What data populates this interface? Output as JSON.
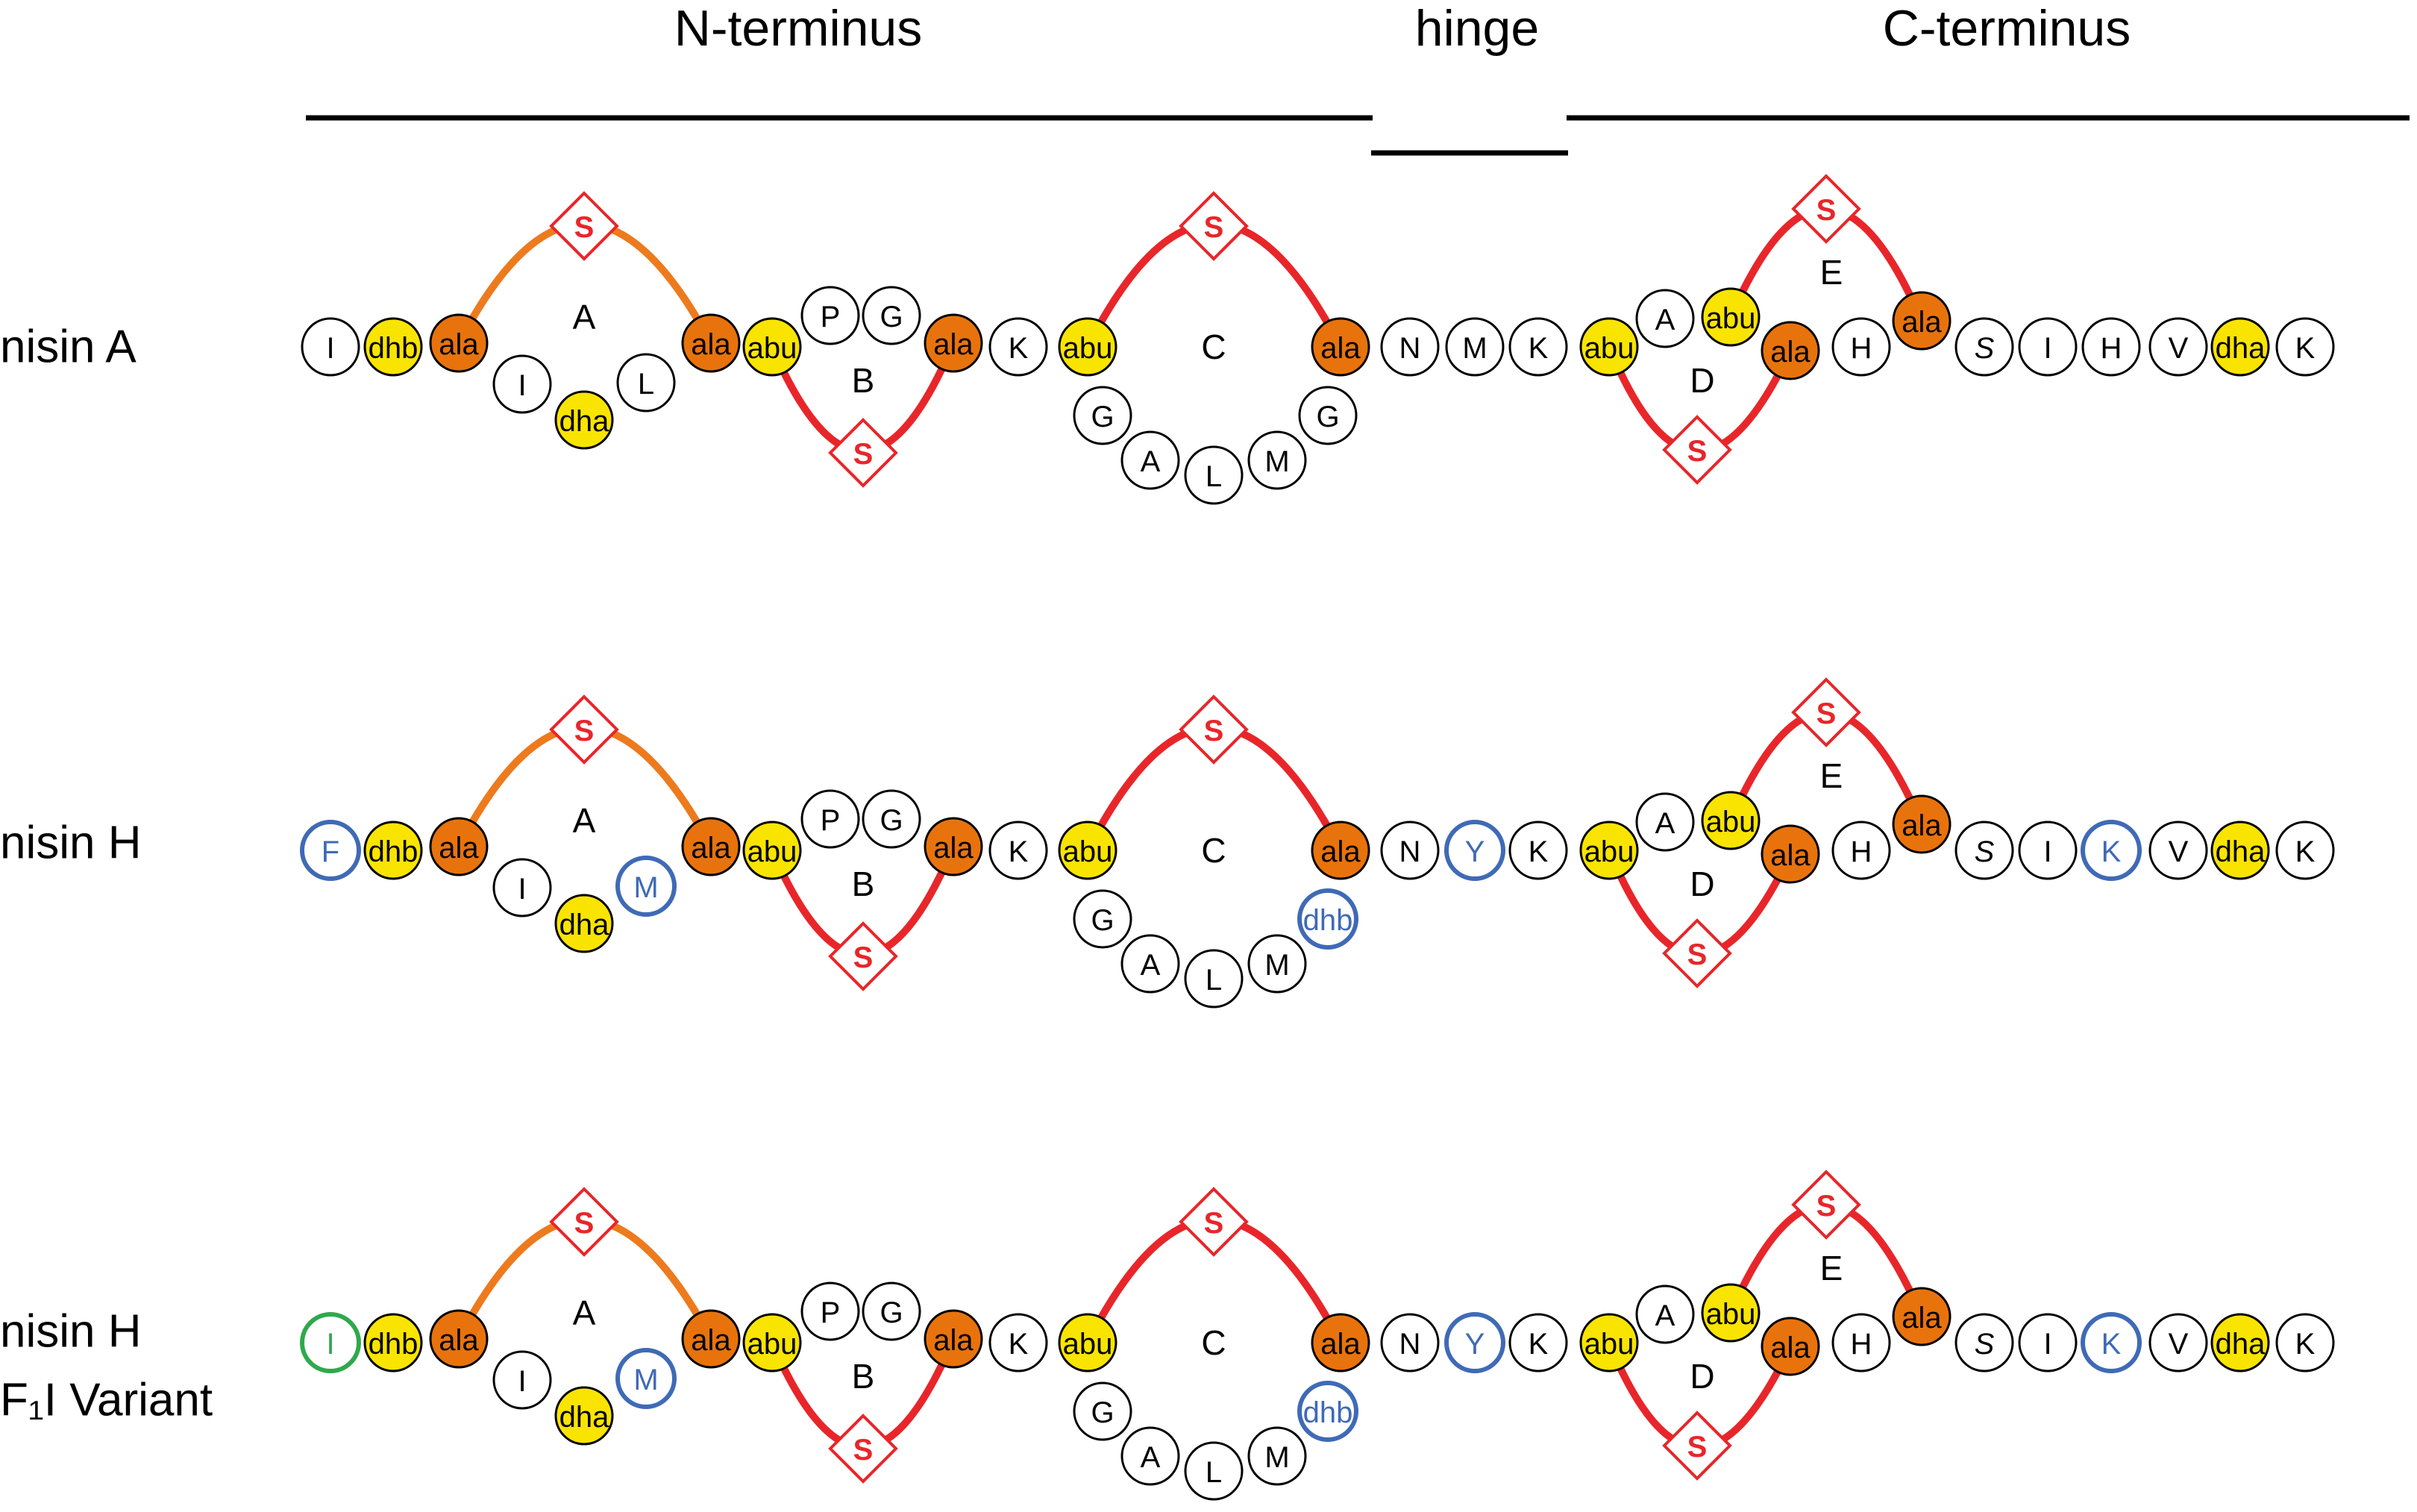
{
  "regions": {
    "n_terminus": "N-terminus",
    "hinge": "hinge",
    "c_terminus": "C-terminus"
  },
  "ring_labels": [
    "A",
    "B",
    "C",
    "D",
    "E"
  ],
  "bridge_label": "S",
  "colors": {
    "modified_yellow": "#f9e400",
    "modified_orange": "#e8730c",
    "thioether_red": "#e8262a",
    "ring_a_orange": "#ee7a1e",
    "substitution_blue": "#3f6ab6",
    "substitution_green": "#2ea94b",
    "outline": "#000000"
  },
  "rows": [
    {
      "label_lines": [
        "nisin A"
      ],
      "residues": {
        "r1": "I",
        "r2": "dhb",
        "r3": "ala",
        "r4": "I",
        "r5": "dha",
        "r6": "L",
        "r7": "ala",
        "r8": "abu",
        "r9": "P",
        "r10": "G",
        "r11": "ala",
        "r12": "K",
        "r13": "abu",
        "r14": "G",
        "r15": "A",
        "r16": "L",
        "r17": "M",
        "r18": "G",
        "r19": "ala",
        "r20": "N",
        "r21": "M",
        "r22": "K",
        "r23": "abu",
        "r24": "A",
        "r25": "ala",
        "r26": "abu",
        "r27": "H",
        "r28": "ala",
        "r29": "S",
        "r30": "I",
        "r31": "H",
        "r32": "V",
        "r33": "dha",
        "r34": "K"
      },
      "substitutions": {}
    },
    {
      "label_lines": [
        "nisin H"
      ],
      "residues": {
        "r1": "F",
        "r2": "dhb",
        "r3": "ala",
        "r4": "I",
        "r5": "dha",
        "r6": "M",
        "r7": "ala",
        "r8": "abu",
        "r9": "P",
        "r10": "G",
        "r11": "ala",
        "r12": "K",
        "r13": "abu",
        "r14": "G",
        "r15": "A",
        "r16": "L",
        "r17": "M",
        "r18": "dhb",
        "r19": "ala",
        "r20": "N",
        "r21": "Y",
        "r22": "K",
        "r23": "abu",
        "r24": "A",
        "r25": "ala",
        "r26": "abu",
        "r27": "H",
        "r28": "ala",
        "r29": "S",
        "r30": "I",
        "r31": "K",
        "r32": "V",
        "r33": "dha",
        "r34": "K"
      },
      "substitutions": {
        "r1": "blue",
        "r6": "blue",
        "r18": "blue",
        "r21": "blue",
        "r31": "blue"
      }
    },
    {
      "label_lines": [
        "nisin H",
        "F₁I Variant"
      ],
      "residues": {
        "r1": "I",
        "r2": "dhb",
        "r3": "ala",
        "r4": "I",
        "r5": "dha",
        "r6": "M",
        "r7": "ala",
        "r8": "abu",
        "r9": "P",
        "r10": "G",
        "r11": "ala",
        "r12": "K",
        "r13": "abu",
        "r14": "G",
        "r15": "A",
        "r16": "L",
        "r17": "M",
        "r18": "dhb",
        "r19": "ala",
        "r20": "N",
        "r21": "Y",
        "r22": "K",
        "r23": "abu",
        "r24": "A",
        "r25": "ala",
        "r26": "abu",
        "r27": "H",
        "r28": "ala",
        "r29": "S",
        "r30": "I",
        "r31": "K",
        "r32": "V",
        "r33": "dha",
        "r34": "K"
      },
      "substitutions": {
        "r1": "green",
        "r6": "blue",
        "r18": "blue",
        "r21": "blue",
        "r31": "blue"
      }
    }
  ]
}
